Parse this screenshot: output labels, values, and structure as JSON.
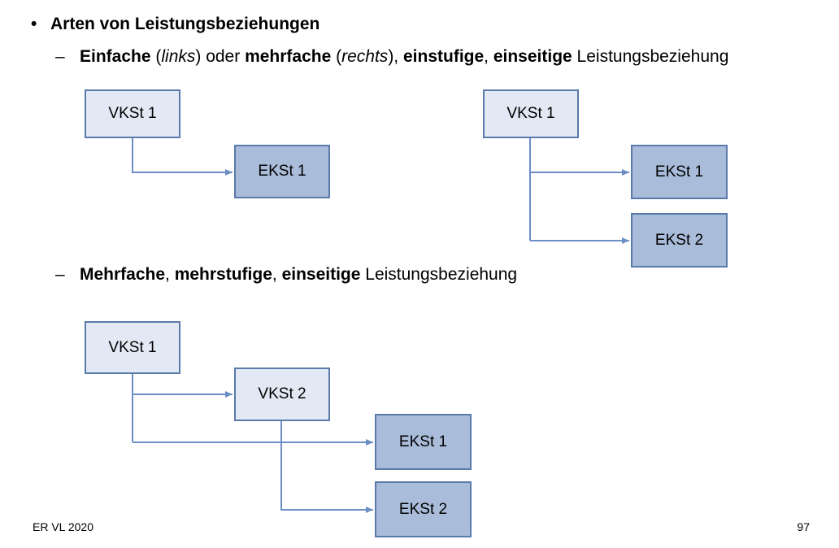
{
  "heading": "Arten von Leistungsbeziehungen",
  "line1": {
    "part1": "Einfache",
    "part2": " (",
    "part3": "links",
    "part4": ") oder ",
    "part5": "mehrfache",
    "part6": " (",
    "part7": "rechts",
    "part8": "), ",
    "part9": "einstufige",
    "part10": ", ",
    "part11": "einseitige",
    "part12": " Leistungsbeziehung"
  },
  "line2": {
    "part1": "Mehrfache",
    "part2": ", ",
    "part3": "mehrstufige",
    "part4": ", ",
    "part5": "einseitige",
    "part6": " Leistungsbeziehung"
  },
  "diagram_simple": {
    "source": "VKSt 1",
    "target": "EKSt 1"
  },
  "diagram_multi": {
    "source": "VKSt 1",
    "target1": "EKSt 1",
    "target2": "EKSt 2"
  },
  "diagram_multistage": {
    "source": "VKSt 1",
    "intermediate": "VKSt 2",
    "target1": "EKSt 1",
    "target2": "EKSt 2"
  },
  "footer": {
    "left": "ER VL 2020",
    "right": "97"
  },
  "colors": {
    "vk_fill": "#e3e9f4",
    "ek_fill": "#a9bcd9",
    "border": "#5a7aaa",
    "line": "#6b8ec4"
  }
}
